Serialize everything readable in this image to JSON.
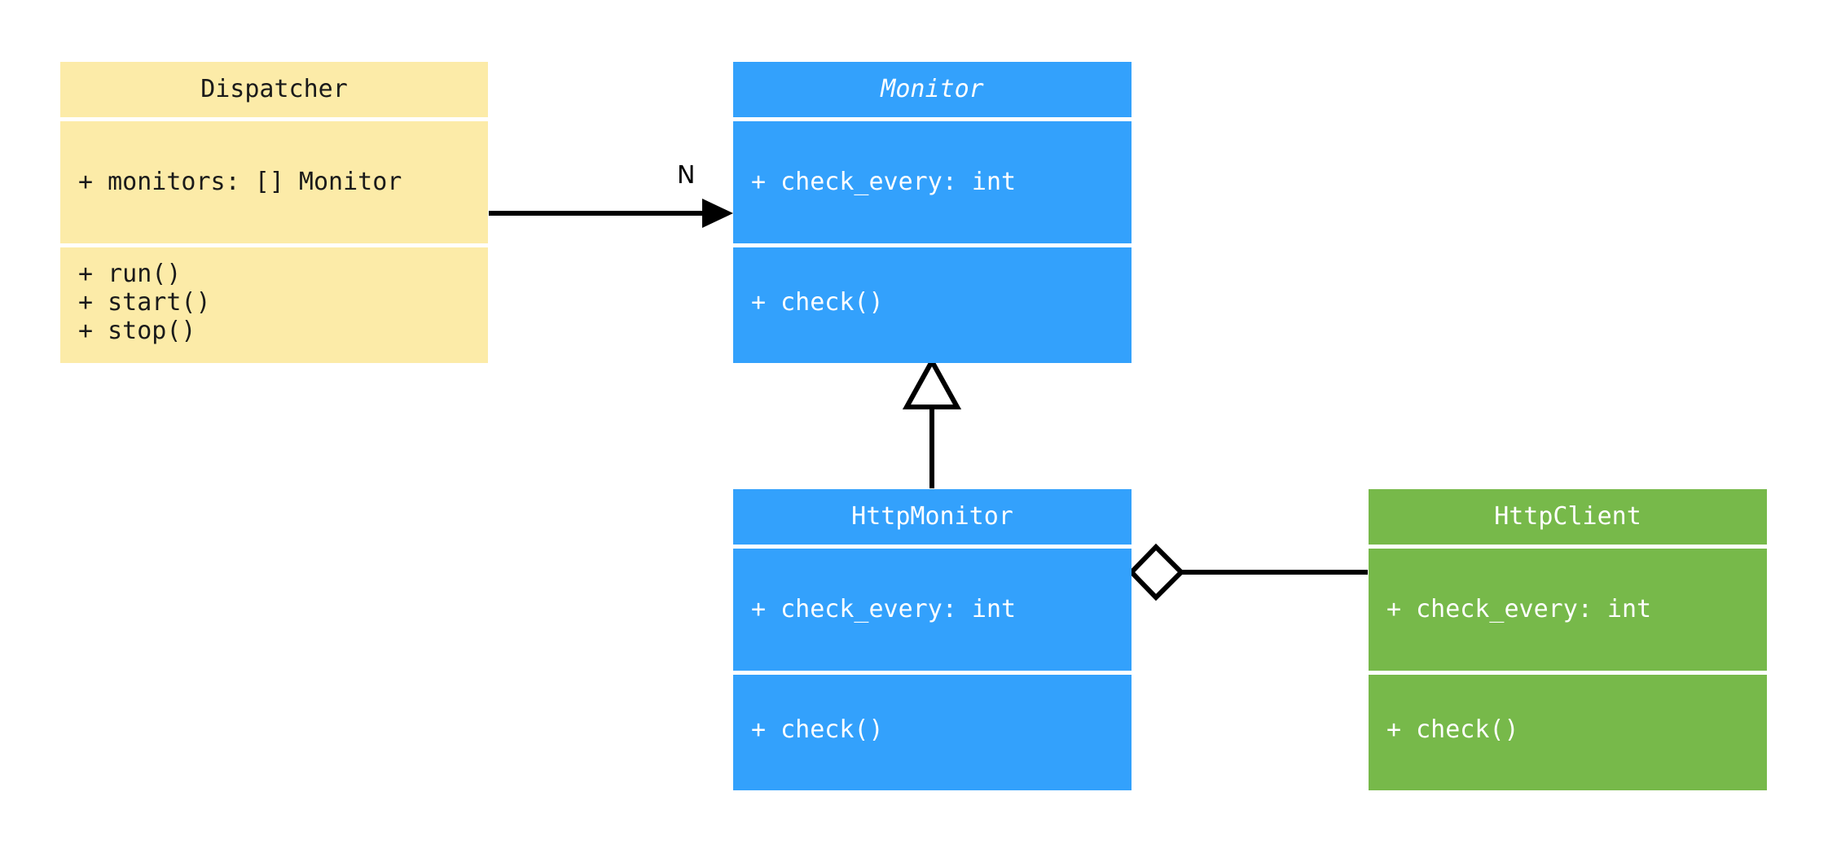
{
  "diagram": {
    "type": "uml-class-diagram",
    "background": "#ffffff",
    "palette": {
      "cream": "#fceba8",
      "blue": "#33a1fc",
      "green": "#77b94a",
      "line": "#000000",
      "divider": "#ffffff"
    }
  },
  "classes": {
    "dispatcher": {
      "name": "Dispatcher",
      "abstract": false,
      "color": "#fceba8",
      "attributes": [
        "+ monitors: [] Monitor"
      ],
      "methods": [
        "+ run()",
        "+ start()",
        "+ stop()"
      ]
    },
    "monitor": {
      "name": "Monitor",
      "abstract": true,
      "color": "#33a1fc",
      "attributes": [
        "+ check_every: int"
      ],
      "methods": [
        "+ check()"
      ]
    },
    "http_monitor": {
      "name": "HttpMonitor",
      "abstract": false,
      "color": "#33a1fc",
      "attributes": [
        "+ check_every: int"
      ],
      "methods": [
        "+ check()"
      ]
    },
    "http_client": {
      "name": "HttpClient",
      "abstract": false,
      "color": "#77b94a",
      "attributes": [
        "+ check_every: int"
      ],
      "methods": [
        "+ check()"
      ]
    }
  },
  "relationships": {
    "dispatcher_to_monitor": {
      "kind": "association",
      "from": "Dispatcher",
      "to": "Monitor",
      "label": "N",
      "arrow": "filled-arrowhead"
    },
    "http_monitor_to_monitor": {
      "kind": "generalization",
      "from": "HttpMonitor",
      "to": "Monitor",
      "label": "",
      "arrow": "hollow-triangle"
    },
    "http_monitor_to_http_client": {
      "kind": "aggregation",
      "from": "HttpMonitor",
      "to": "HttpClient",
      "label": "",
      "arrow": "hollow-diamond"
    }
  }
}
